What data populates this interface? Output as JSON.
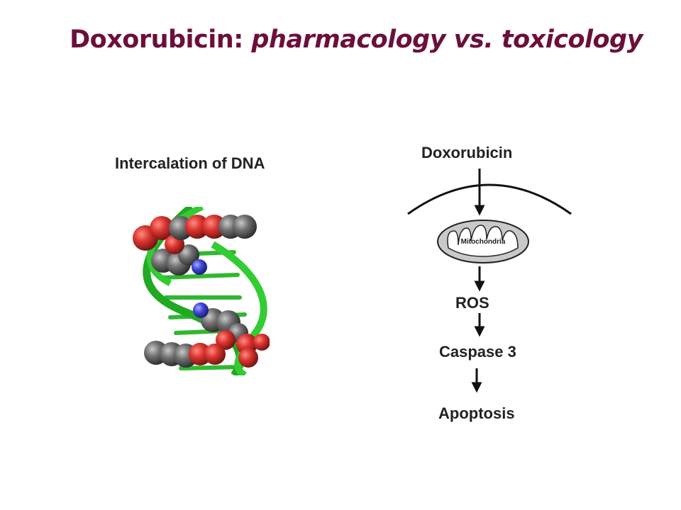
{
  "slide": {
    "title_main": "Doxorubicin: ",
    "title_italic": "pharmacology vs. toxicology"
  },
  "left_panel": {
    "caption": "Intercalation of DNA"
  },
  "right_panel": {
    "drug": "Doxorubicin",
    "organelle": "Mitochondria",
    "steps": [
      "ROS",
      "Caspase 3",
      "Apoptosis"
    ]
  },
  "colors": {
    "title": "#6b0f3c",
    "dna_backbone": "#33cc33",
    "oxygen_atom": "#d9332e",
    "carbon_atom": "#6e6e6e",
    "nitrogen_atom": "#3f46d6",
    "mitochondria_fill": "#c9c9c9"
  }
}
